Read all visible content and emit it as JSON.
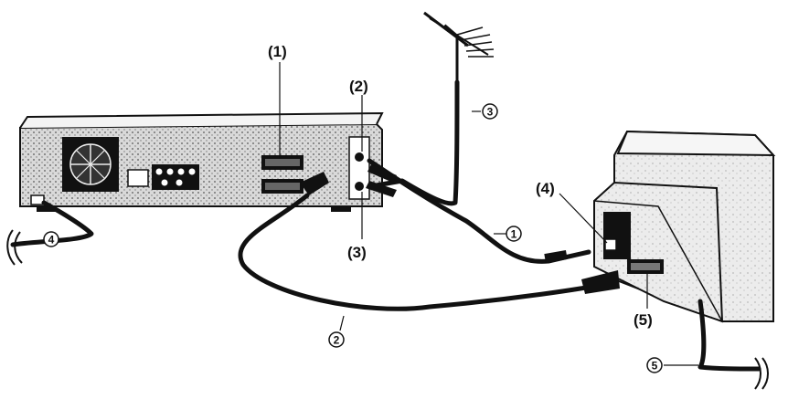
{
  "labels": {
    "vcr_scart": "(1)",
    "vcr_rf_out": "(2)",
    "vcr_rf_in": "(3)",
    "tv_rf_in": "(4)",
    "tv_scart": "(5)"
  },
  "cables": {
    "rf_lead": "1",
    "scart_lead": "2",
    "aerial_lead": "3",
    "vcr_mains_lead": "4",
    "tv_mains_lead": "5"
  },
  "colors": {
    "ink": "#111111",
    "panel_shade": "#cfcfcf",
    "paper": "#ffffff"
  }
}
